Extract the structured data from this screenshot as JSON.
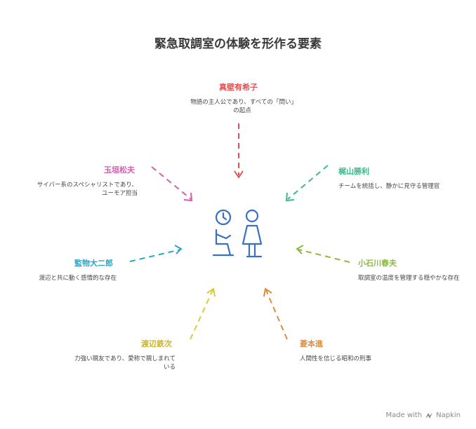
{
  "title": "緊急取調室の体験を形作る要素",
  "nodes": [
    {
      "id": "mabe",
      "label": "真壁有希子",
      "description": "物語の主人公であり、すべての「問い」の起点",
      "color": "#e05252"
    },
    {
      "id": "kajiyama",
      "label": "梶山勝利",
      "description": "チームを統括し、静かに見守る管理官",
      "color": "#3cba8a"
    },
    {
      "id": "koishikawa",
      "label": "小石川春夫",
      "description": "取調室の温度を管理する穏やかな存在",
      "color": "#8cbb3c"
    },
    {
      "id": "hishimoto",
      "label": "菱本進",
      "description": "人間性を信じる昭和の刑事",
      "color": "#e08a3c"
    },
    {
      "id": "watanabe",
      "label": "渡辺鉄次",
      "description": "力強い親友であり、愛称で親しまれている",
      "color": "#dcc83c"
    },
    {
      "id": "kantoku",
      "label": "監物大二郎",
      "description": "渡辺と共に動く感情的な存在",
      "color": "#2aa5c8"
    },
    {
      "id": "tamagaki",
      "label": "玉垣松夫",
      "description": "サイバー系のスペシャリストであり、ユーモア担当",
      "color": "#d65cb0"
    }
  ],
  "center_icon": "interrogation-room-icon",
  "brand": {
    "prefix": "Made with",
    "name": "Napkin"
  }
}
